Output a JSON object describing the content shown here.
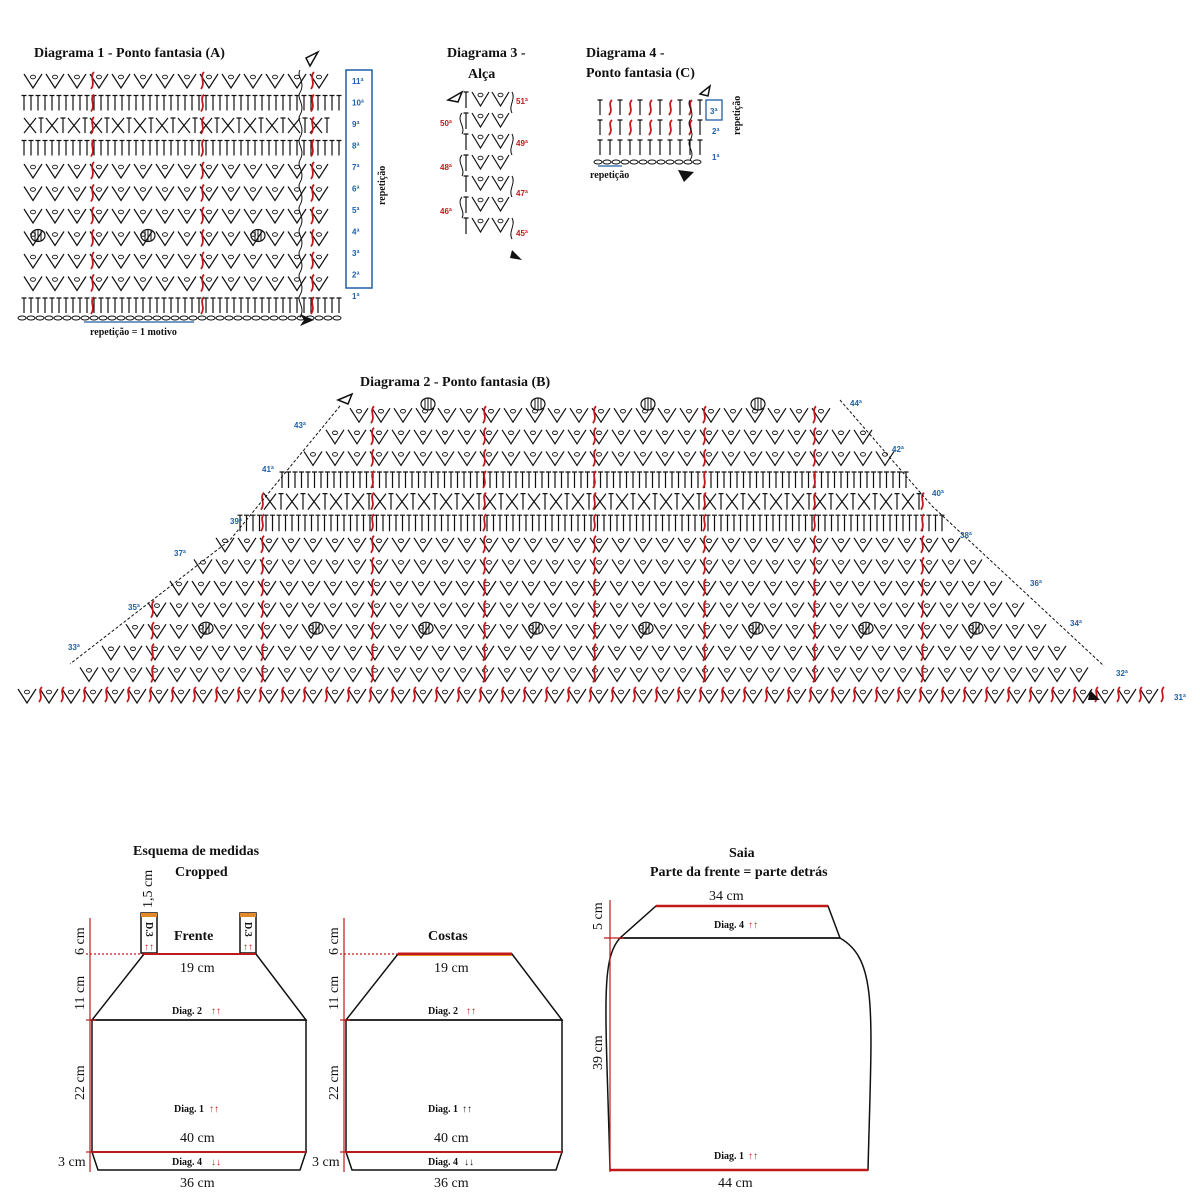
{
  "diagram1": {
    "title": "Diagrama 1 -  Ponto fantasia (A)",
    "row_labels": [
      "11ª",
      "10ª",
      "9ª",
      "8ª",
      "7ª",
      "6ª",
      "5ª",
      "4ª",
      "3ª",
      "2ª",
      "1ª"
    ],
    "side_label": "repetição",
    "bottom_label": "repetição = 1 motivo"
  },
  "diagram2": {
    "title": "Diagrama 2 -  Ponto fantasia (B)",
    "row_labels_left": [
      "43ª",
      "41ª",
      "39ª",
      "37ª",
      "35ª",
      "33ª"
    ],
    "row_labels_right": [
      "44ª",
      "42ª",
      "40ª",
      "38ª",
      "36ª",
      "34ª",
      "32ª",
      "31ª"
    ]
  },
  "diagram3": {
    "title_line1": "Diagrama 3 -",
    "title_line2": "Alça",
    "row_labels_right": [
      "51ª",
      "49ª",
      "47ª",
      "45ª"
    ],
    "row_labels_left": [
      "50ª",
      "48ª",
      "46ª"
    ]
  },
  "diagram4": {
    "title_line1": "Diagrama 4 -",
    "title_line2": "Ponto fantasia (C)",
    "row_labels": [
      "3ª",
      "2ª",
      "1ª"
    ],
    "side_label": "repetição",
    "bottom_label": "repetição"
  },
  "measures": {
    "title": "Esquema de medidas",
    "subtitle": "Cropped",
    "frente": {
      "label": "Frente",
      "strap_height": "1,5 cm",
      "strap_label": "D.3",
      "top_height": "6 cm",
      "top_width": "19 cm",
      "yoke_height": "11 cm",
      "yoke_diag": "Diag. 2",
      "body_height": "22 cm",
      "body_diag": "Diag. 1",
      "body_width": "40 cm",
      "hem_height": "3 cm",
      "hem_diag": "Diag. 4",
      "bottom_width": "36 cm"
    },
    "costas": {
      "label": "Costas",
      "top_height": "6 cm",
      "top_width": "19 cm",
      "yoke_height": "11 cm",
      "yoke_diag": "Diag. 2",
      "body_height": "22 cm",
      "body_diag": "Diag. 1",
      "body_width": "40 cm",
      "hem_height": "3 cm",
      "hem_diag": "Diag. 4",
      "bottom_width": "36 cm"
    }
  },
  "saia": {
    "title": "Saia",
    "subtitle": "Parte da frente = parte detrás",
    "top_width": "34 cm",
    "top_diag": "Diag. 4",
    "top_height": "5 cm",
    "body_height": "39 cm",
    "body_diag": "Diag. 1",
    "bottom_width": "44 cm"
  },
  "colors": {
    "accent_red": "#c0191b",
    "blue_label": "#1f5fa8",
    "ink": "#111111",
    "orange": "#e2892a"
  },
  "arrows": {
    "up": "↑↑",
    "down": "↓↓"
  }
}
